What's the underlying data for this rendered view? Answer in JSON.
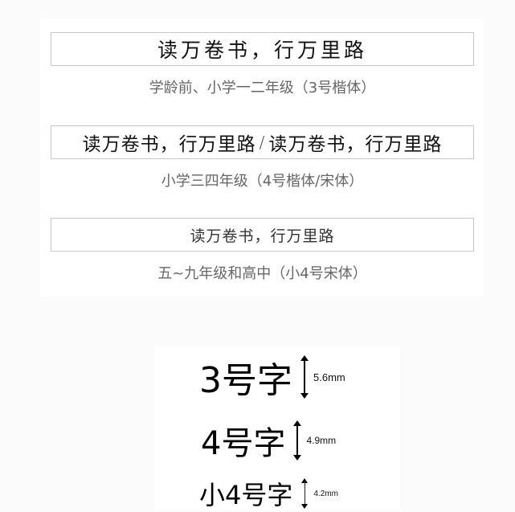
{
  "samples": [
    {
      "text": "读万卷书，行万里路",
      "caption": "学龄前、小学一二年级（3号楷体）"
    },
    {
      "text_left": "读万卷书，行万里路",
      "separator": "/",
      "text_right": "读万卷书，行万里路",
      "caption": "小学三四年级（4号楷体/宋体）"
    },
    {
      "text": "读万卷书，行万里路",
      "caption": "五~九年级和高中（小4号宋体）"
    }
  ],
  "size_reference": [
    {
      "label": "3号字",
      "height": "5.6mm"
    },
    {
      "label": "4号字",
      "height": "4.9mm"
    },
    {
      "label": "小4号字",
      "height": "4.2mm"
    }
  ],
  "colors": {
    "background": "#fbfbfb",
    "panel": "#ffffff",
    "box_border": "#c8c8c8",
    "caption_text": "#666666",
    "sample_text": "#111111"
  }
}
